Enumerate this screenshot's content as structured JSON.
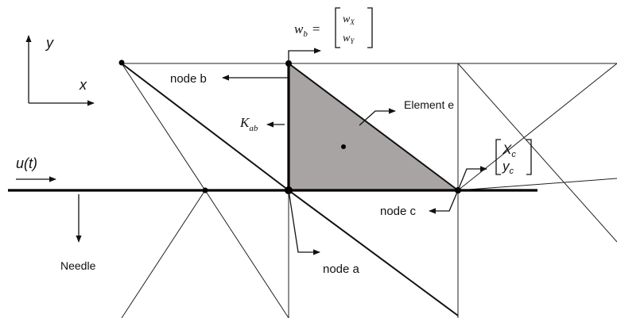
{
  "axes": {
    "y_label": "y",
    "x_label": "x"
  },
  "input": {
    "label": "u(t)"
  },
  "needle": {
    "label": "Needle"
  },
  "nodes": {
    "a": {
      "label": "node a"
    },
    "b": {
      "label": "node b"
    },
    "c": {
      "label": "node c"
    }
  },
  "element": {
    "label": "Element e",
    "fill_color": "#a9a4a4"
  },
  "stiffness": {
    "base": "K",
    "sub": "ab"
  },
  "w_vector": {
    "base": "w",
    "sub": "b",
    "equals": "=",
    "row1_base": "w",
    "row1_sub": "X",
    "row2_base": "w",
    "row2_sub": "Y"
  },
  "c_vector": {
    "row1_base": "X",
    "row1_sub": "c",
    "row2_base": "y",
    "row2_sub": "c"
  }
}
